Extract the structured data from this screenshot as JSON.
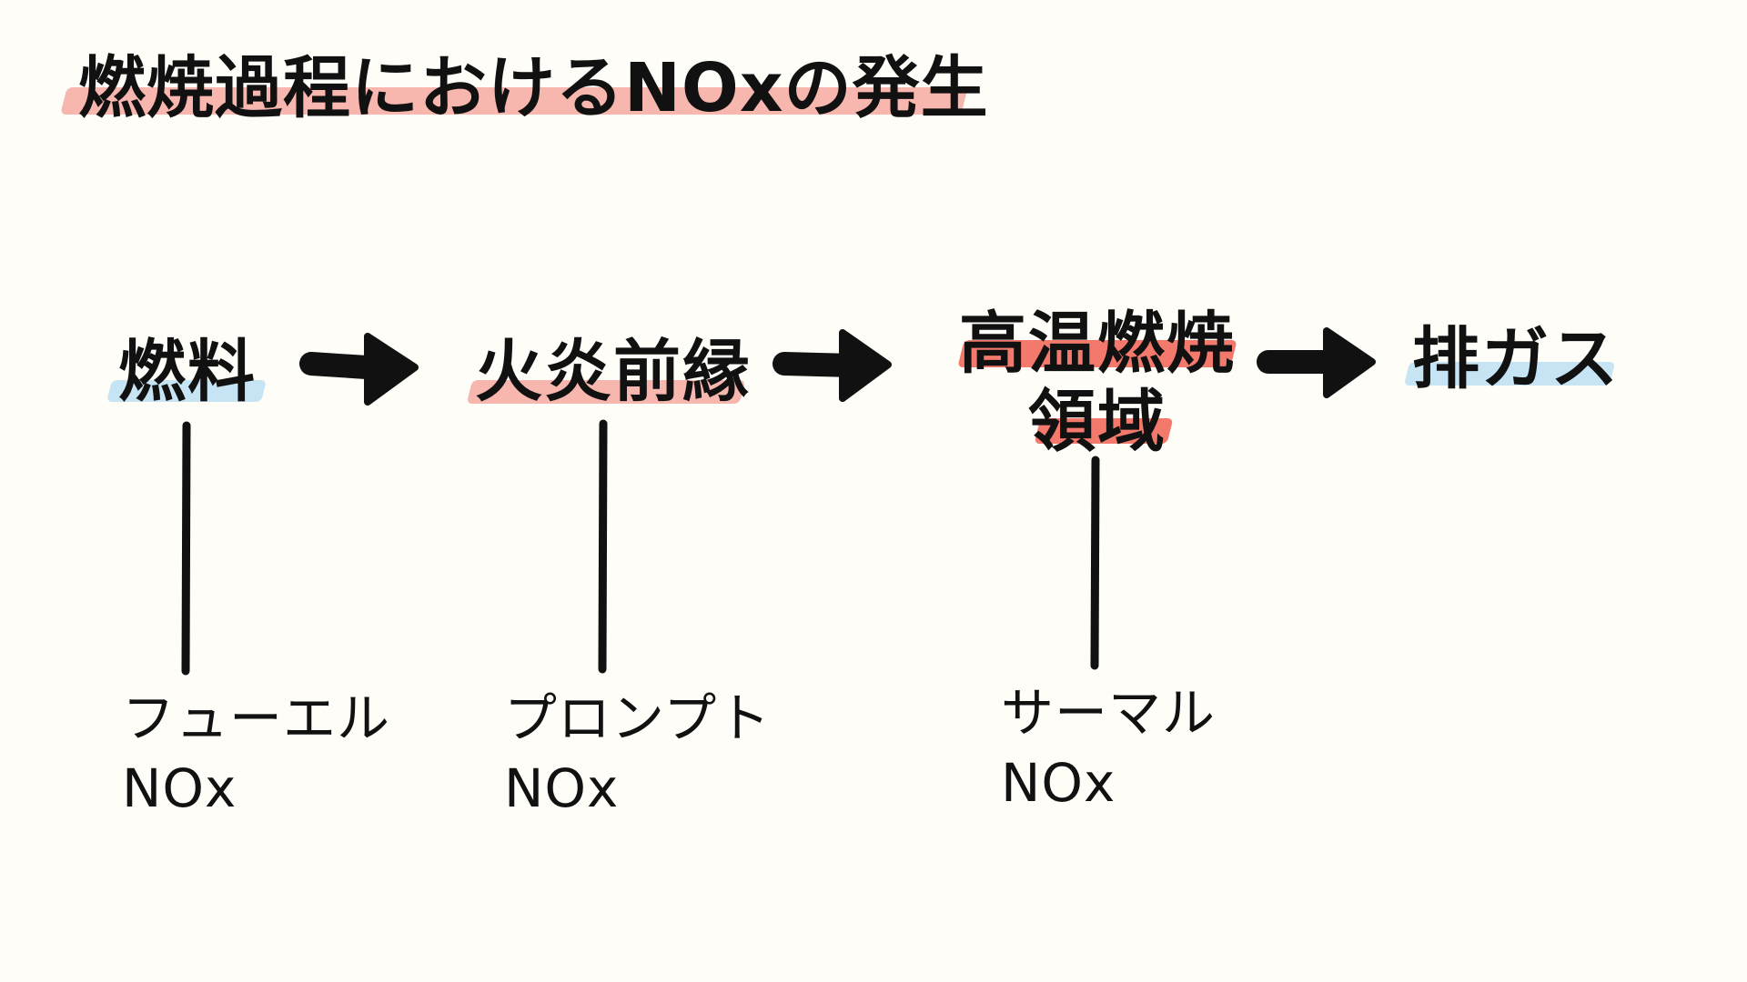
{
  "title": "燃焼過程におけるNOxの発生",
  "nodes": [
    {
      "label": "燃料",
      "highlight": "#c6e4f4"
    },
    {
      "label": "火炎前縁",
      "highlight": "#f7b6ae"
    },
    {
      "label": "高温燃焼\n領域",
      "highlight": "#f2796b"
    },
    {
      "label": "排ガス",
      "highlight": "#c6e4f4"
    }
  ],
  "sources": [
    {
      "label": "フューエル\nNOx"
    },
    {
      "label": "プロンプト\nNOx"
    },
    {
      "label": "サーマル\nNOx"
    }
  ],
  "colors": {
    "background": "#fefdf8",
    "ink": "#111111",
    "title_highlight": "#f7b6ae"
  }
}
